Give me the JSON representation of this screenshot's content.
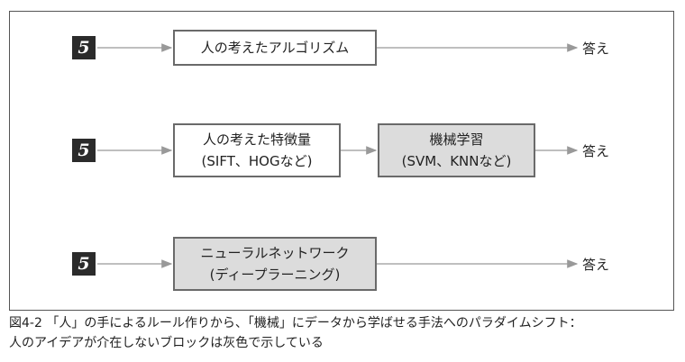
{
  "rows": [
    {
      "digit": "5",
      "box_lines": [
        "人の考えたアルゴリズム"
      ],
      "answer": "答え"
    },
    {
      "digit": "5",
      "box_lines": [
        "人の考えた特徴量",
        "(SIFT、HOGなど)"
      ],
      "ml_box_lines": [
        "機械学習",
        "(SVM、KNNなど)"
      ],
      "answer": "答え"
    },
    {
      "digit": "5",
      "box_lines": [
        "ニューラルネットワーク",
        "(ディープラーニング)"
      ],
      "answer": "答え"
    }
  ],
  "caption": {
    "line1": "図4-2 「人」の手によるルール作りから、「機械」にデータから学ばせる手法へのパラダイムシフト：",
    "line2": "人のアイデアが介在しないブロックは灰色で示している"
  },
  "colors": {
    "human_box": "#ffffff",
    "machine_box": "#dcdcdc",
    "arrow": "#999999"
  }
}
